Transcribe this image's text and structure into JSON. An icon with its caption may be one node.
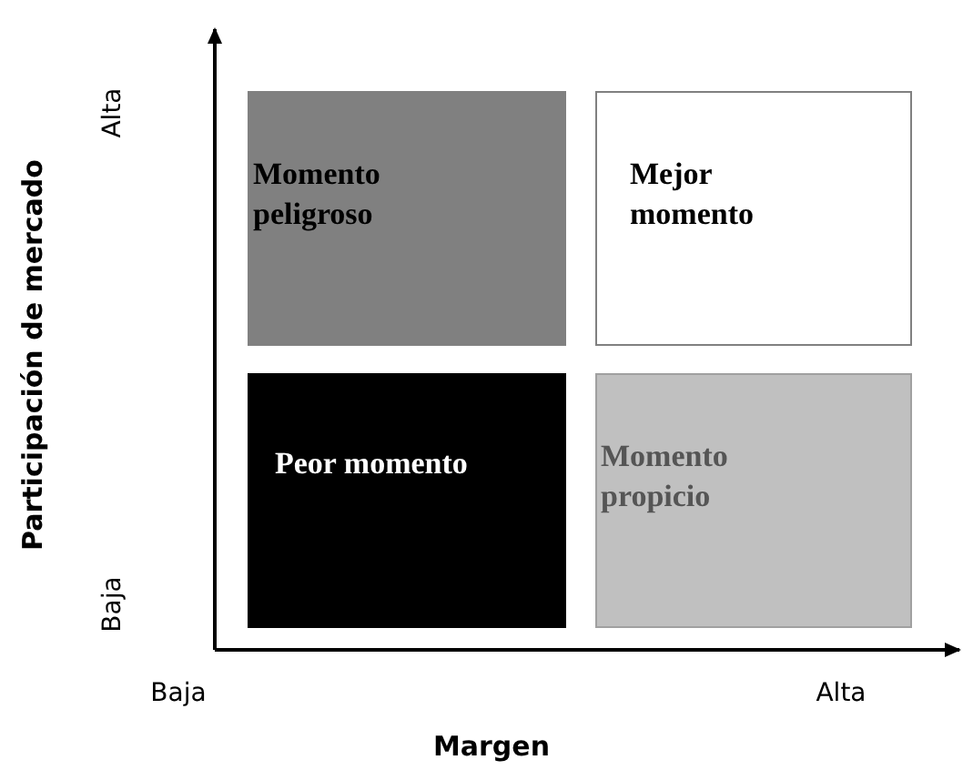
{
  "diagram": {
    "nodes": [
      {
        "text": [
          "Momento peligroso"
        ]
      },
      {
        "text": [
          "Mejor momento"
        ]
      },
      {
        "text": [
          "Peor momento"
        ]
      },
      {
        "text": [
          "Momento propicio"
        ]
      }
    ],
    "labels": [
      "Participación de mercado",
      "Alta",
      "Baja",
      "Baja",
      "Alta",
      "Margen"
    ]
  }
}
